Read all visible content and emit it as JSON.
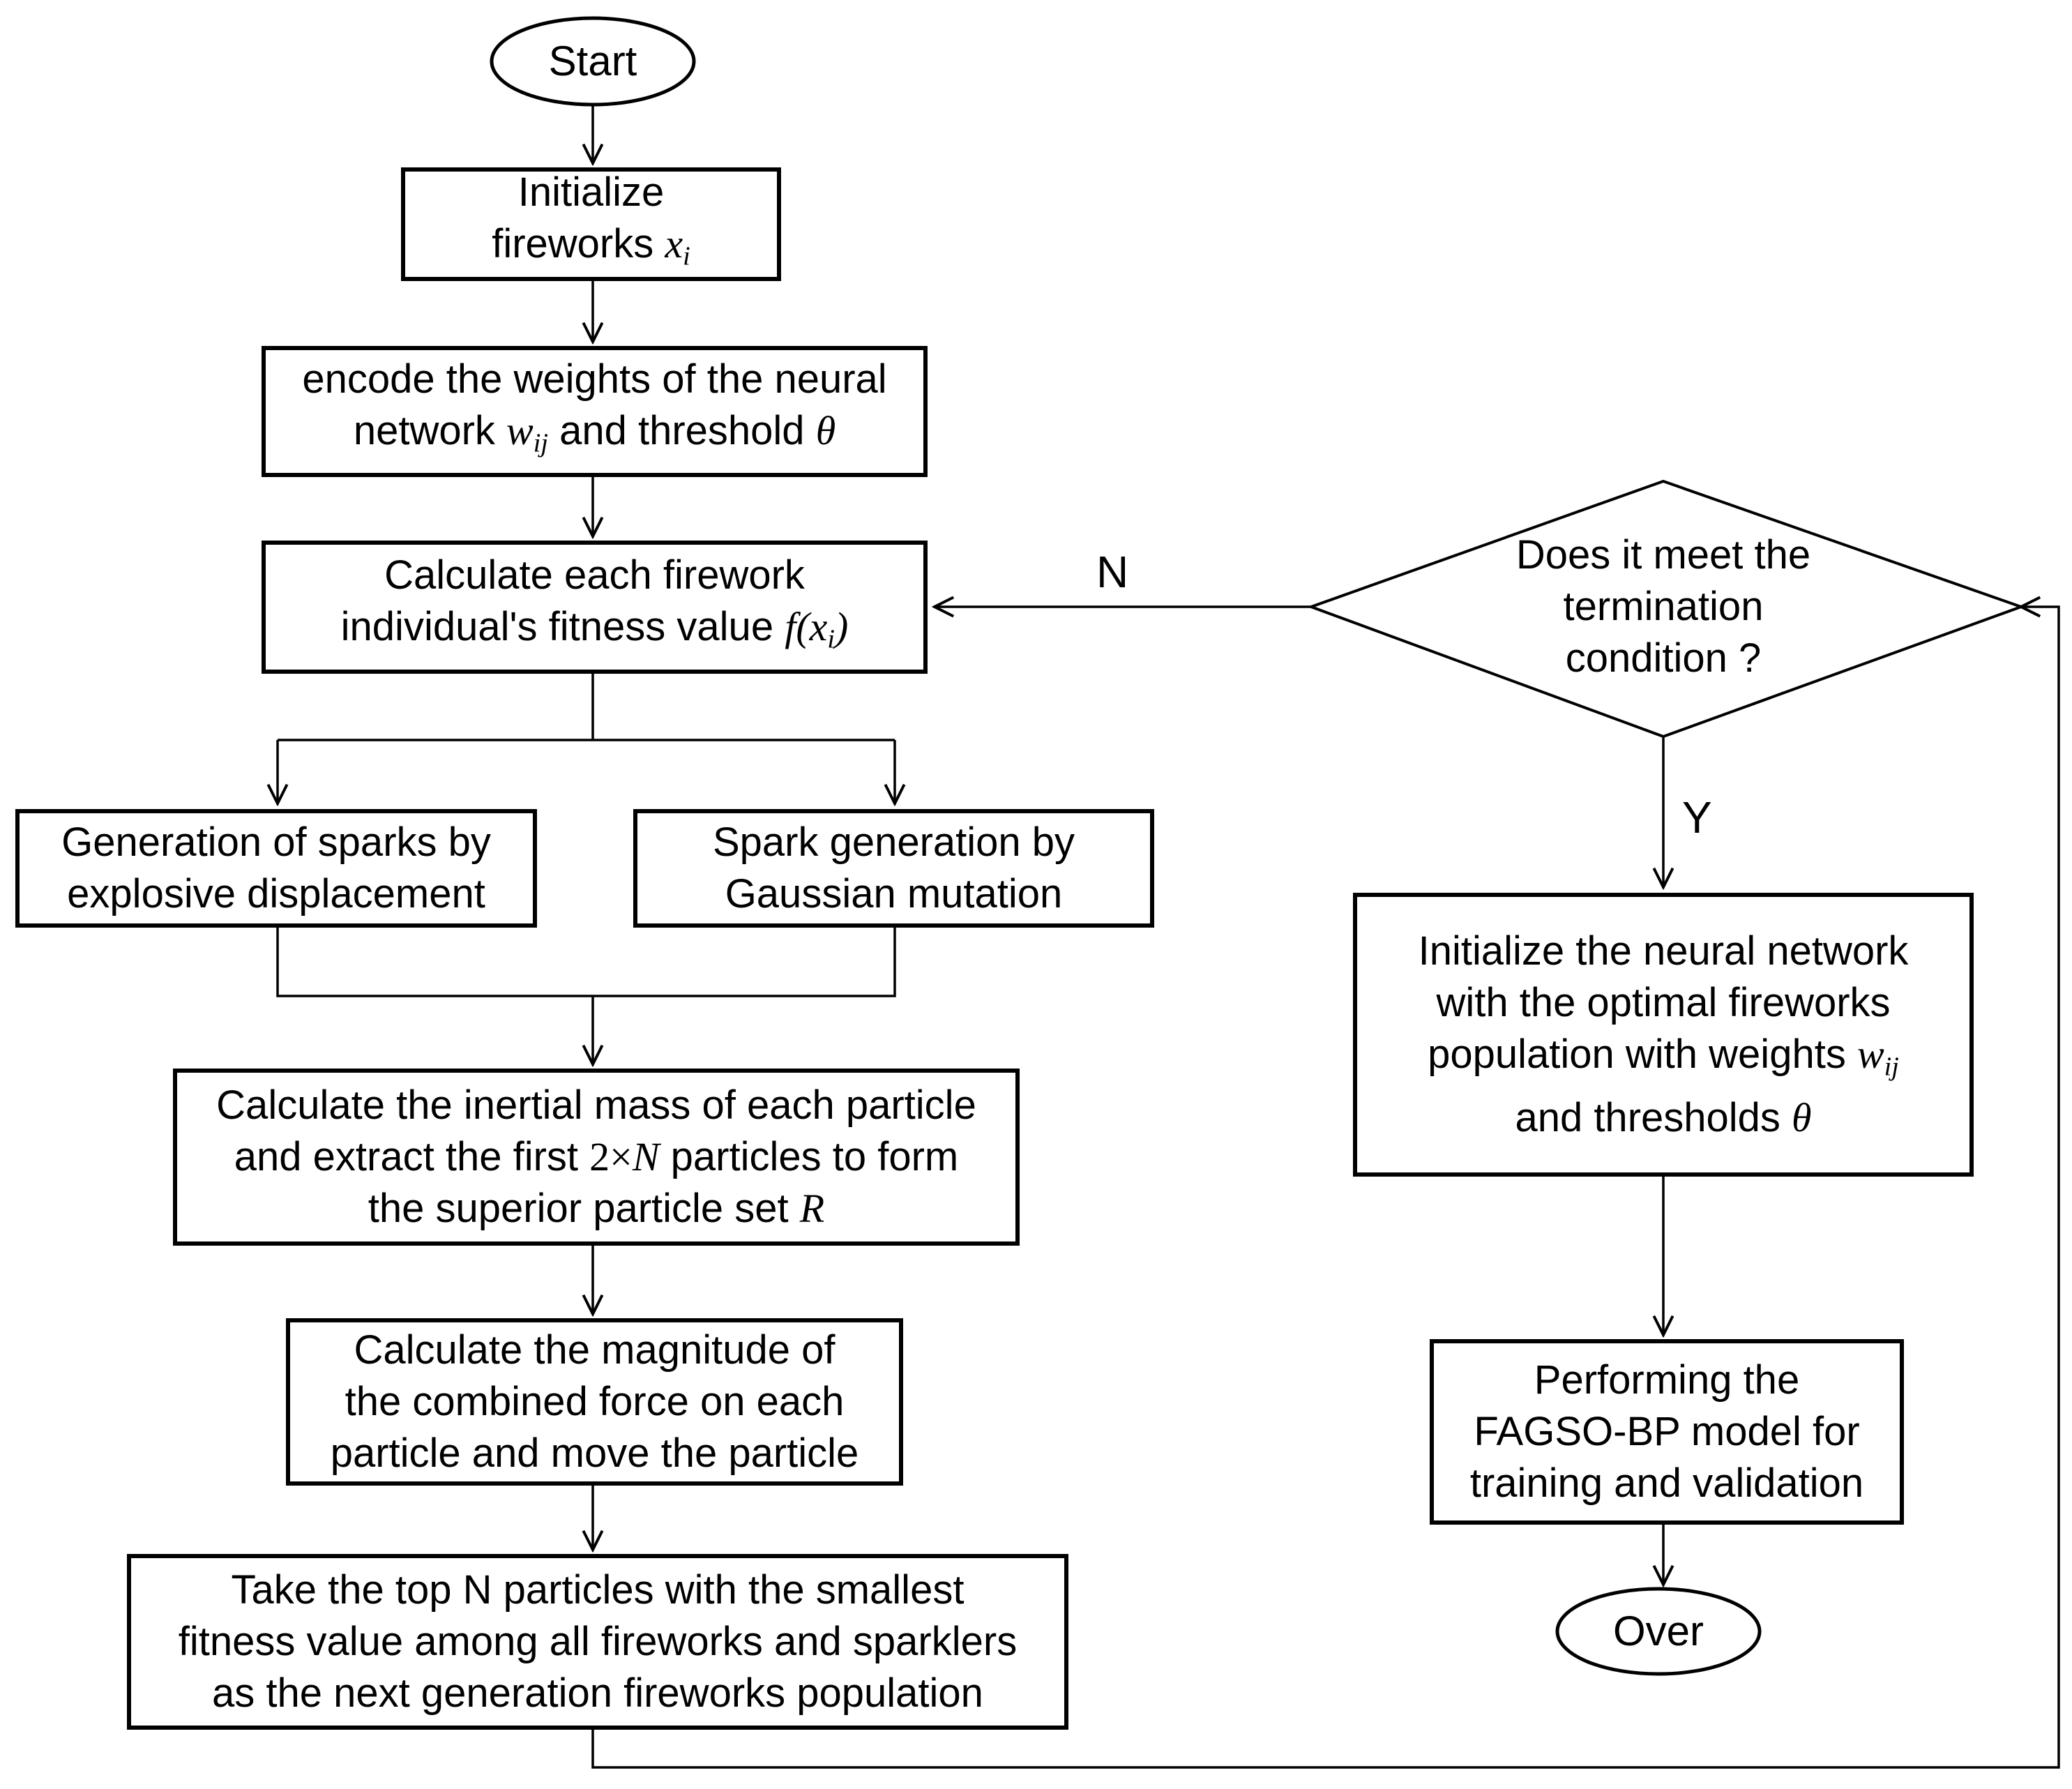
{
  "colors": {
    "stroke": "#000000",
    "background": "#ffffff",
    "text": "#000000"
  },
  "nodes": {
    "start": {
      "label": "Start"
    },
    "init_fireworks": {
      "line1": "Initialize",
      "line2_text": "fireworks ",
      "line2_var": "x",
      "line2_sub": "i"
    },
    "encode": {
      "line1": "encode the weights of the neural",
      "line2_a": "network ",
      "line2_var1": "w",
      "line2_var1_sub": "ij",
      "line2_b": " and threshold ",
      "line2_var2": "θ"
    },
    "fitness": {
      "line1": "Calculate each firework",
      "line2_a": "individual's fitness value ",
      "line2_f": "f",
      "line2_open": "(x",
      "line2_sub": "i",
      "line2_close": ")"
    },
    "sparks_explosive": {
      "line1": "Generation of sparks by",
      "line2": "explosive displacement"
    },
    "sparks_gaussian": {
      "line1": "Spark generation by",
      "line2": "Gaussian mutation"
    },
    "inertial": {
      "line1": "Calculate the inertial mass of each particle",
      "line2_a": "and extract the first ",
      "line2_num": "2×",
      "line2_var": "N",
      "line2_b": " particles to form",
      "line3_a": "the superior particle set ",
      "line3_var": "R"
    },
    "magnitude": {
      "line1": "Calculate the magnitude of",
      "line2": "the combined force on each",
      "line3": "particle and move the particle"
    },
    "top_n": {
      "line1": "Take the top N particles with the smallest",
      "line2": "fitness value among all fireworks and sparklers",
      "line3": "as the next generation fireworks population"
    },
    "termination": {
      "line1": "Does it meet the",
      "line2": "termination",
      "line3": "condition ?"
    },
    "init_network": {
      "line1": "Initialize the neural network",
      "line2": "with the optimal fireworks",
      "line3_a": "population with weights ",
      "line3_var": "w",
      "line3_sub": "ij",
      "line4_a": "and thresholds ",
      "line4_var": "θ"
    },
    "perform": {
      "line1": "Performing the",
      "line2": "FAGSO-BP model for",
      "line3": "training and validation"
    },
    "over": {
      "label": "Over"
    }
  },
  "edge_labels": {
    "no": "N",
    "yes": "Y"
  }
}
